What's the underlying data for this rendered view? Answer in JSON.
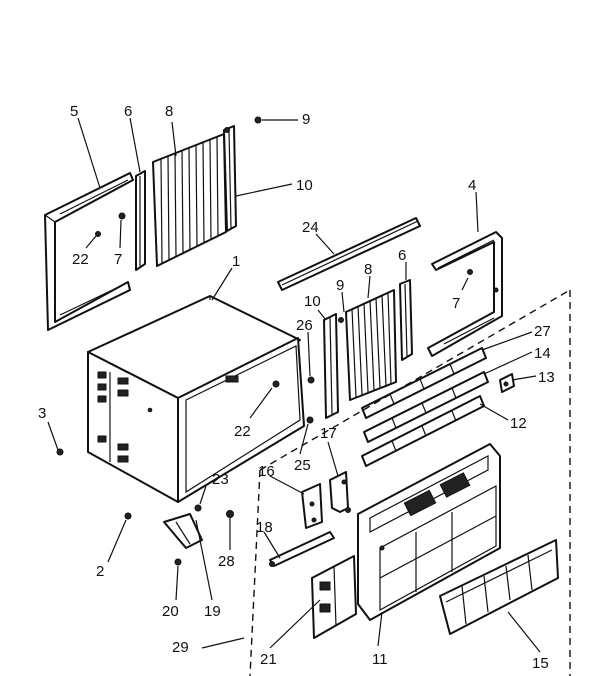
{
  "callouts": [
    {
      "id": "5",
      "label": "5"
    },
    {
      "id": "6a",
      "label": "6"
    },
    {
      "id": "8a",
      "label": "8"
    },
    {
      "id": "9a",
      "label": "9"
    },
    {
      "id": "10a",
      "label": "10"
    },
    {
      "id": "22a",
      "label": "22"
    },
    {
      "id": "7a",
      "label": "7"
    },
    {
      "id": "1",
      "label": "1"
    },
    {
      "id": "24",
      "label": "24"
    },
    {
      "id": "4",
      "label": "4"
    },
    {
      "id": "6b",
      "label": "6"
    },
    {
      "id": "8b",
      "label": "8"
    },
    {
      "id": "9b",
      "label": "9"
    },
    {
      "id": "10b",
      "label": "10"
    },
    {
      "id": "7b",
      "label": "7"
    },
    {
      "id": "26",
      "label": "26"
    },
    {
      "id": "27",
      "label": "27"
    },
    {
      "id": "14",
      "label": "14"
    },
    {
      "id": "13",
      "label": "13"
    },
    {
      "id": "12",
      "label": "12"
    },
    {
      "id": "3",
      "label": "3"
    },
    {
      "id": "22b",
      "label": "22"
    },
    {
      "id": "25",
      "label": "25"
    },
    {
      "id": "17",
      "label": "17"
    },
    {
      "id": "23",
      "label": "23"
    },
    {
      "id": "16",
      "label": "16"
    },
    {
      "id": "2",
      "label": "2"
    },
    {
      "id": "28",
      "label": "28"
    },
    {
      "id": "18",
      "label": "18"
    },
    {
      "id": "20",
      "label": "20"
    },
    {
      "id": "19",
      "label": "19"
    },
    {
      "id": "29",
      "label": "29"
    },
    {
      "id": "21",
      "label": "21"
    },
    {
      "id": "11",
      "label": "11"
    },
    {
      "id": "15",
      "label": "15"
    }
  ]
}
